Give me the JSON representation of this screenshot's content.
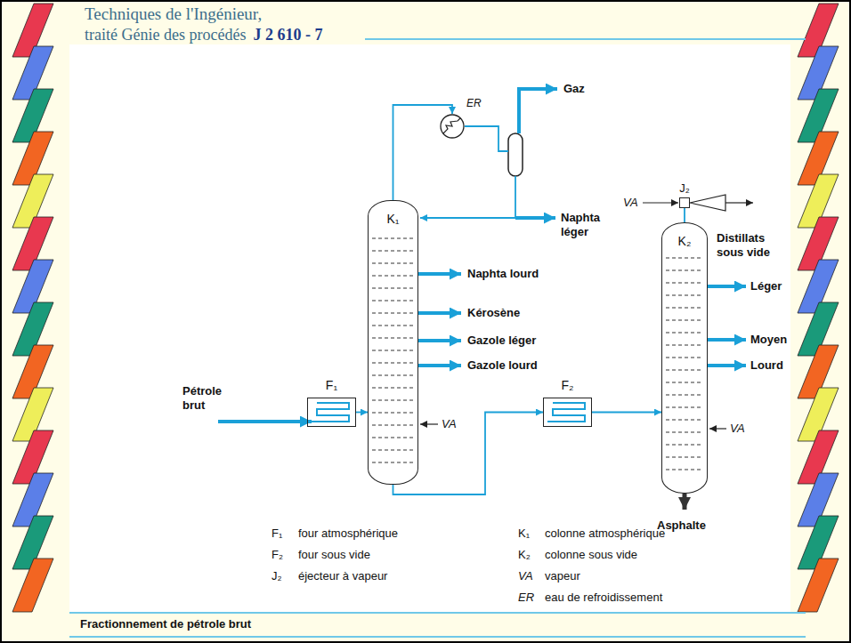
{
  "diagram": {
    "title": "Techniques de l'Ingénieur,",
    "caption": "Fractionnement de pétrole brut",
    "nodes": [
      {
        "text": [
          "F₁"
        ]
      },
      {
        "text": [
          "K₁"
        ]
      },
      {
        "text": [
          "ER"
        ]
      },
      {
        "text": [
          "F₂"
        ]
      },
      {
        "text": [
          "J₂"
        ]
      },
      {
        "text": [
          "K₂"
        ]
      }
    ],
    "edges": [
      {
        "from": 0,
        "to": 1,
        "arrow": "to"
      },
      {
        "from": 1,
        "to": 3,
        "arrow": "to"
      },
      {
        "from": 3,
        "to": 5,
        "arrow": "to"
      },
      {
        "from": 1,
        "to": 2,
        "arrow": "to"
      },
      {
        "from": 5,
        "to": 4,
        "arrow": "none"
      }
    ],
    "labels": [
      "traité Génie des procédés",
      "J 2 610 - 7",
      "Gaz",
      "Naphta léger",
      "Naphta lourd",
      "Kérosène",
      "Gazole léger",
      "Gazole lourd",
      "Pétrole brut",
      "VA",
      "VA",
      "Distillats sous vide",
      "Léger",
      "Moyen",
      "Lourd",
      "VA",
      "Asphalte",
      "F₁",
      "four atmosphérique",
      "F₂",
      "four sous vide",
      "J₂",
      "éjecteur à vapeur",
      "K₁",
      "colonne atmosphérique",
      "K₂",
      "colonne sous vide",
      "VA",
      "vapeur",
      "ER",
      "eau de refroidissement"
    ]
  }
}
